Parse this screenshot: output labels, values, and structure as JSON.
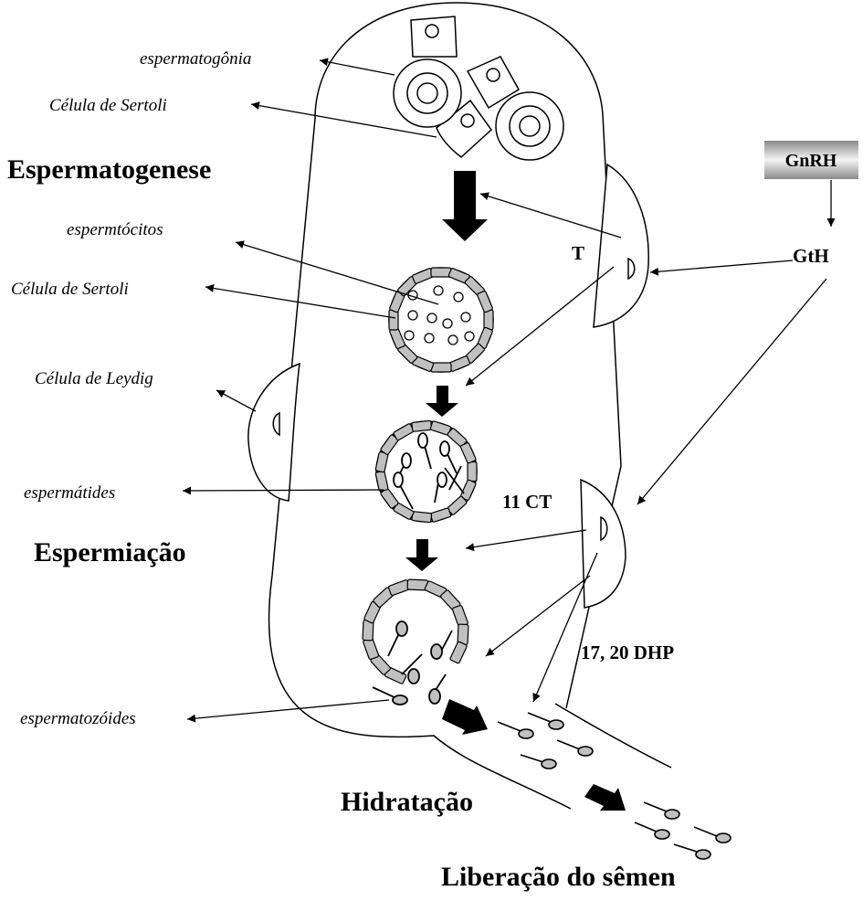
{
  "labels": {
    "espermatogonia": "espermatogônia",
    "sertoli_top": "Célula de Sertoli",
    "espermatogenese": "Espermatogenese",
    "espermatocitos": "espermtócitos",
    "sertoli_mid": "Célula de Sertoli",
    "leydig": "Célula de Leydig",
    "espermatides": "espermátides",
    "espermiacao": "Espermiação",
    "espermatozoides": "espermatozóides",
    "hidratacao": "Hidratação",
    "liberacao": "Liberação do sêmen",
    "gnrh": "GnRH",
    "gth": "GtH",
    "t": "T",
    "ct11": "11 CT",
    "dhp": "17, 20 DHP"
  },
  "colors": {
    "cell_fill": "#c0c0c0",
    "line": "#000000",
    "gnrh_box_top": "#f2f2f2",
    "gnrh_box_mid": "#8a8a8a"
  }
}
